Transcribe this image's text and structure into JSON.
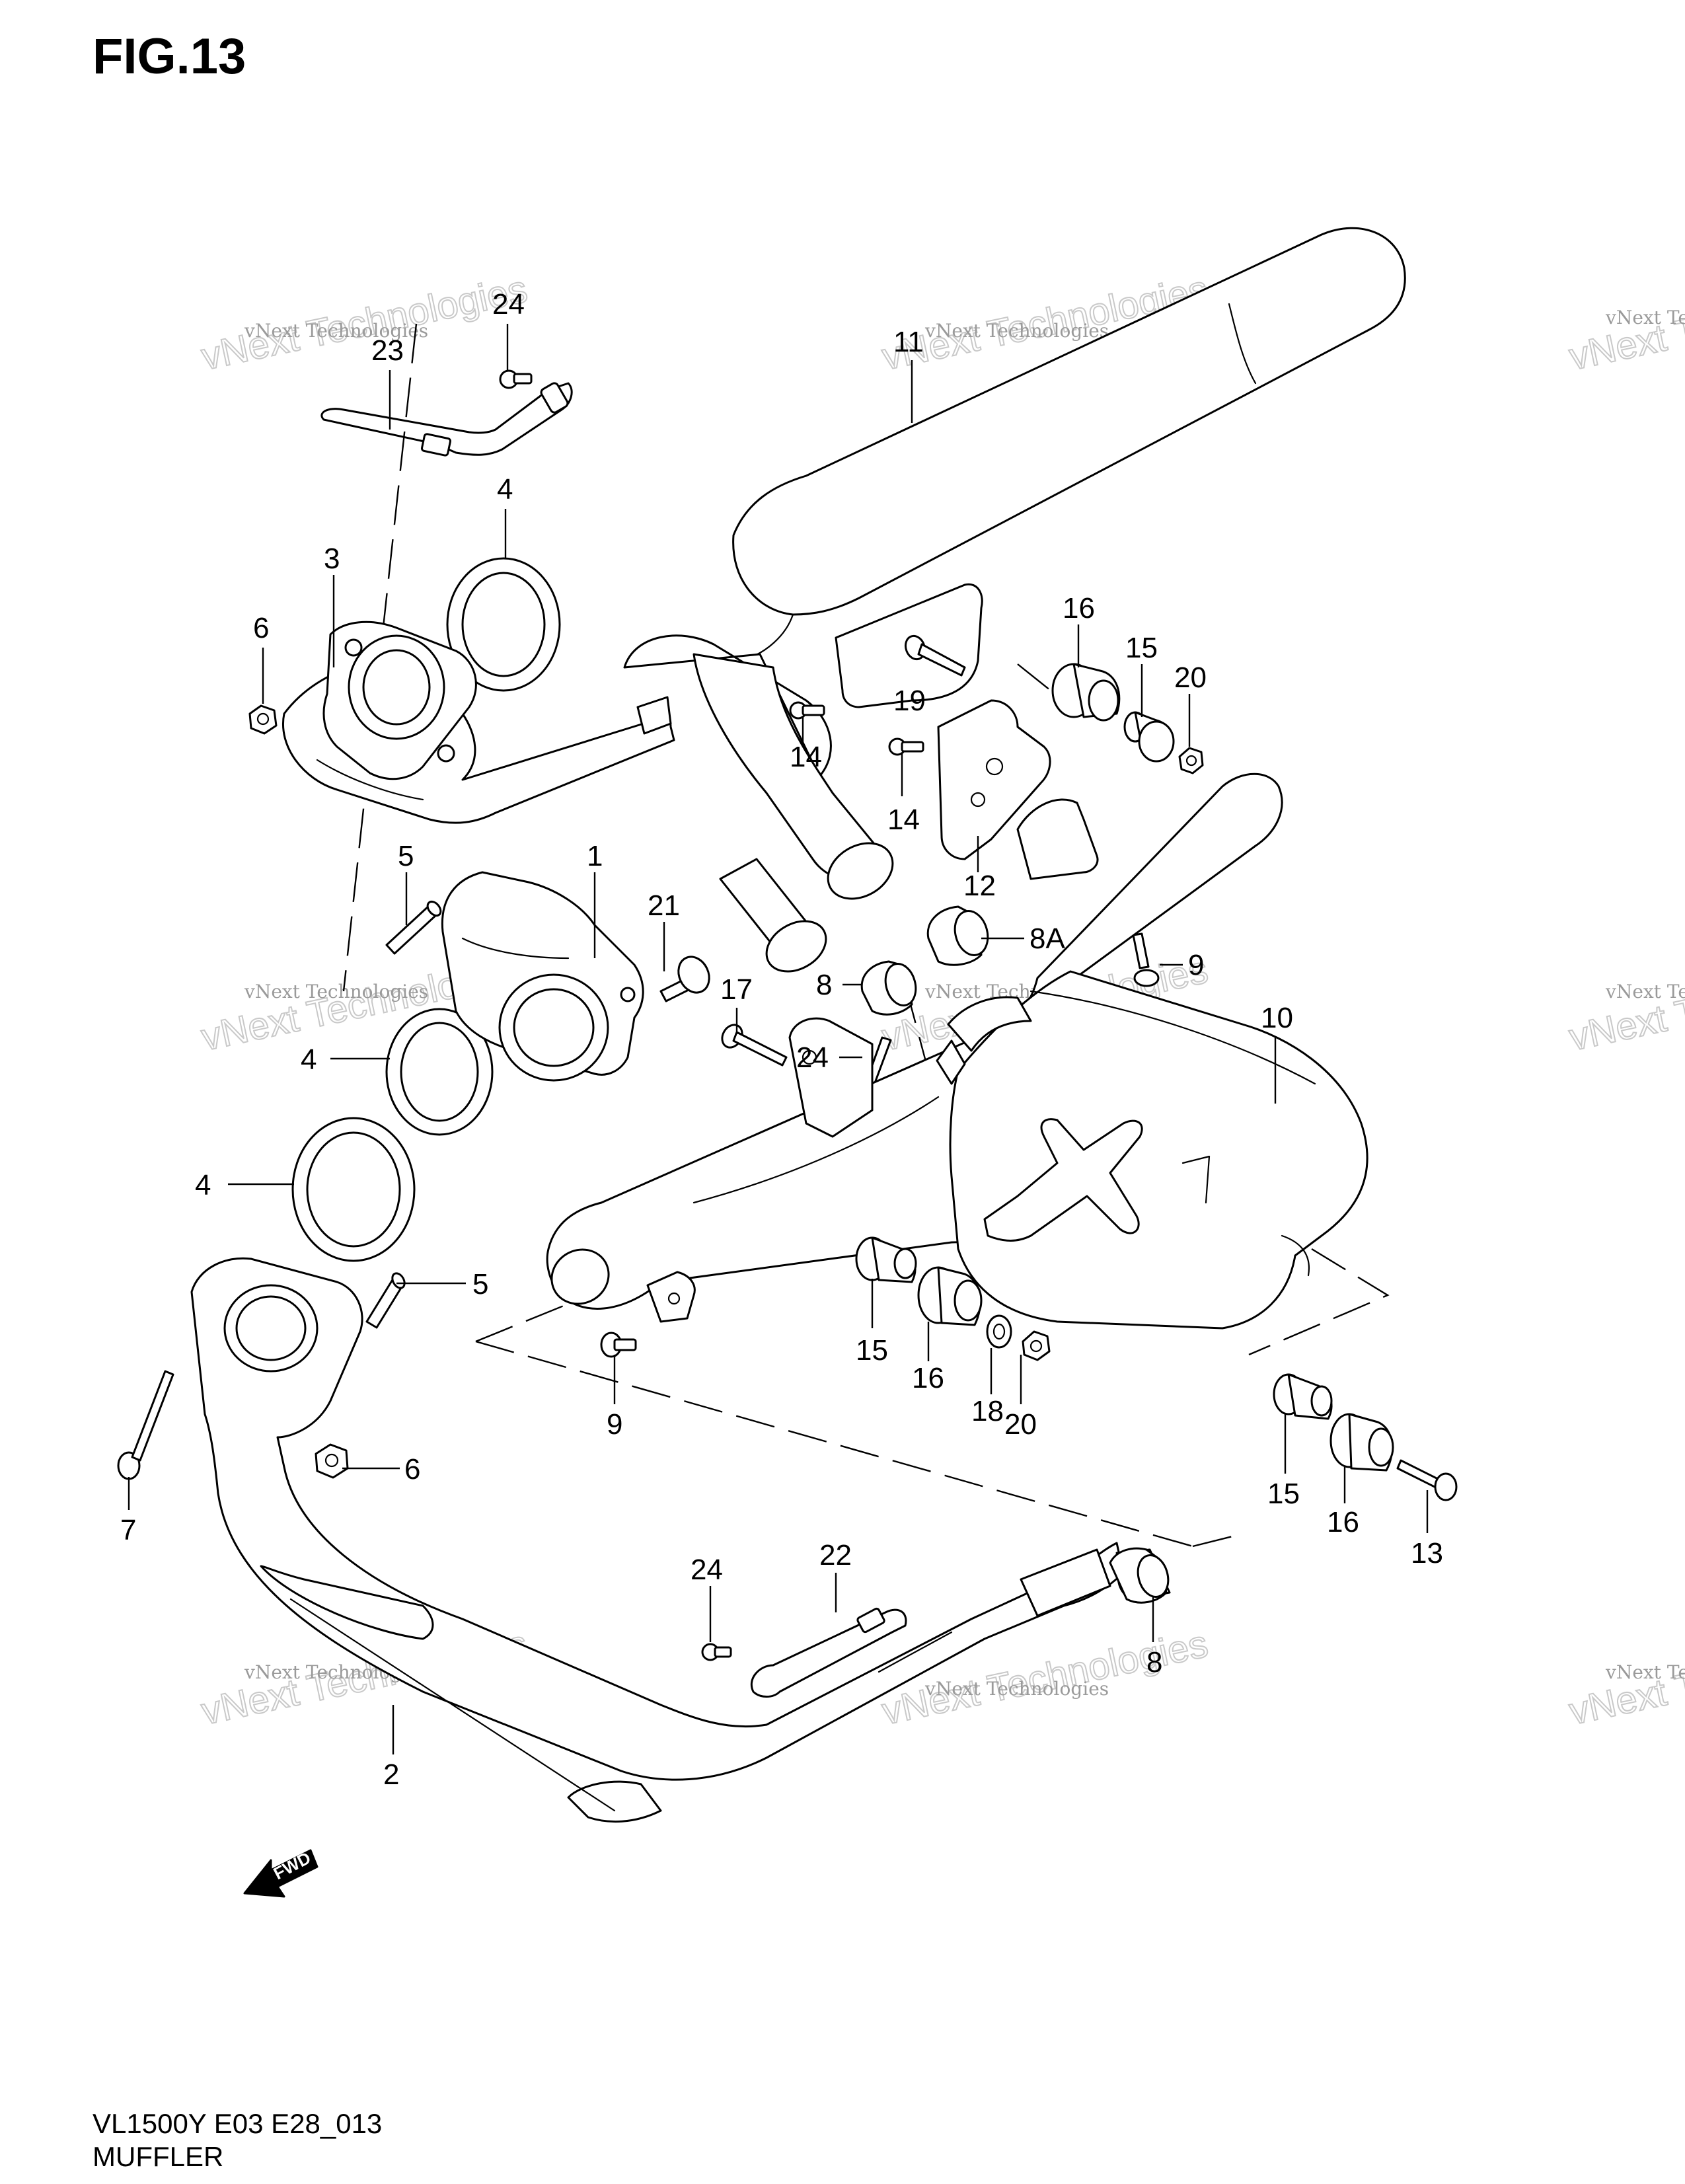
{
  "figure": {
    "title": "FIG.13",
    "code": "VL1500Y E03 E28_013",
    "name": "MUFFLER"
  },
  "watermark": {
    "small_text": "vNext Technologies",
    "big_text": "vNext Technologies"
  },
  "callouts": [
    {
      "id": "c-24a",
      "label": "24"
    },
    {
      "id": "c-23",
      "label": "23"
    },
    {
      "id": "c-11",
      "label": "11"
    },
    {
      "id": "c-4a",
      "label": "4"
    },
    {
      "id": "c-3",
      "label": "3"
    },
    {
      "id": "c-6a",
      "label": "6"
    },
    {
      "id": "c-16a",
      "label": "16"
    },
    {
      "id": "c-15a",
      "label": "15"
    },
    {
      "id": "c-20a",
      "label": "20"
    },
    {
      "id": "c-19",
      "label": "19"
    },
    {
      "id": "c-14a",
      "label": "14"
    },
    {
      "id": "c-14b",
      "label": "14"
    },
    {
      "id": "c-12",
      "label": "12"
    },
    {
      "id": "c-5a",
      "label": "5"
    },
    {
      "id": "c-1",
      "label": "1"
    },
    {
      "id": "c-21",
      "label": "21"
    },
    {
      "id": "c-8a",
      "label": "8A"
    },
    {
      "id": "c-9a",
      "label": "9"
    },
    {
      "id": "c-8b",
      "label": "8"
    },
    {
      "id": "c-17",
      "label": "17"
    },
    {
      "id": "c-24b",
      "label": "24"
    },
    {
      "id": "c-10",
      "label": "10"
    },
    {
      "id": "c-4b",
      "label": "4"
    },
    {
      "id": "c-4c",
      "label": "4"
    },
    {
      "id": "c-5b",
      "label": "5"
    },
    {
      "id": "c-15b",
      "label": "15"
    },
    {
      "id": "c-16b",
      "label": "16"
    },
    {
      "id": "c-18",
      "label": "18"
    },
    {
      "id": "c-20b",
      "label": "20"
    },
    {
      "id": "c-9b",
      "label": "9"
    },
    {
      "id": "c-6b",
      "label": "6"
    },
    {
      "id": "c-7",
      "label": "7"
    },
    {
      "id": "c-15c",
      "label": "15"
    },
    {
      "id": "c-16c",
      "label": "16"
    },
    {
      "id": "c-13",
      "label": "13"
    },
    {
      "id": "c-24c",
      "label": "24"
    },
    {
      "id": "c-22",
      "label": "22"
    },
    {
      "id": "c-8c",
      "label": "8"
    },
    {
      "id": "c-2",
      "label": "2"
    }
  ],
  "fwd_label": "FWD"
}
